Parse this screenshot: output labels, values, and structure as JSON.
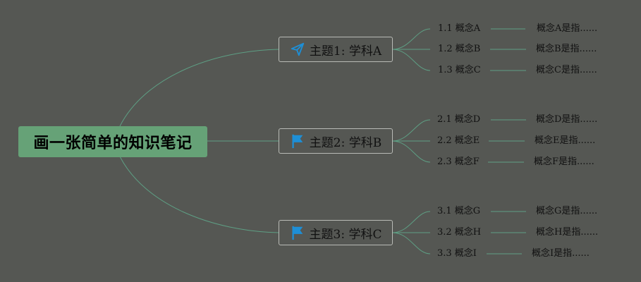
{
  "root": {
    "label": "画一张简单的知识笔记"
  },
  "topics": [
    {
      "label": "主题1: 学科A",
      "icon": "paper-plane-icon",
      "concepts": [
        {
          "label": "1.1 概念A",
          "desc": "概念A是指......"
        },
        {
          "label": "1.2 概念B",
          "desc": "概念B是指......"
        },
        {
          "label": "1.3 概念C",
          "desc": "概念C是指......"
        }
      ]
    },
    {
      "label": "主题2: 学科B",
      "icon": "flag-icon",
      "concepts": [
        {
          "label": "2.1 概念D",
          "desc": "概念D是指......"
        },
        {
          "label": "2.2 概念E",
          "desc": "概念E是指......"
        },
        {
          "label": "2.3 概念F",
          "desc": "概念F是指......"
        }
      ]
    },
    {
      "label": "主题3: 学科C",
      "icon": "flag-icon",
      "concepts": [
        {
          "label": "3.1 概念G",
          "desc": "概念G是指......"
        },
        {
          "label": "3.2 概念H",
          "desc": "概念H是指......"
        },
        {
          "label": "3.3 概念I",
          "desc": "概念I是指......"
        }
      ]
    }
  ],
  "colors": {
    "background": "#555753",
    "root_fill": "#66a277",
    "connector": "#5e9f84",
    "topic_border": "#b9bbb6",
    "icon_blue": "#1e8fd6"
  }
}
